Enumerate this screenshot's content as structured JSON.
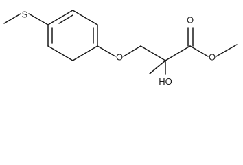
{
  "diagram": {
    "type": "chemical-structure",
    "atom_labels": {
      "sulfur": "S",
      "ether_oxygen": "O",
      "hydroxyl": "OH",
      "hydroxyl_h": "H",
      "hydroxyl_o": "O",
      "carbonyl_oxygen": "O",
      "ester_oxygen": "O"
    },
    "colors": {
      "ink": "#1a1a1a",
      "background": "#ffffff"
    }
  }
}
